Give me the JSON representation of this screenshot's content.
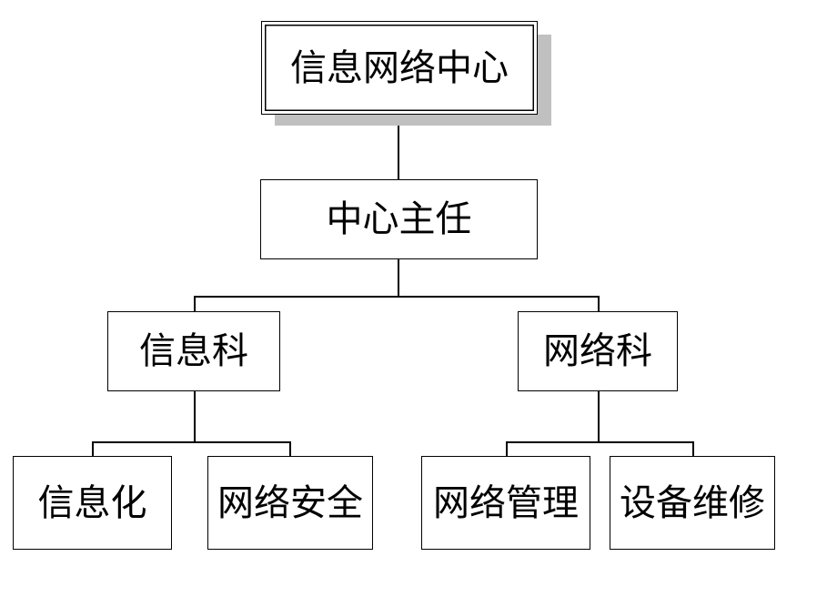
{
  "org_chart": {
    "root": {
      "label": "信息网络中心"
    },
    "director": {
      "label": "中心主任"
    },
    "departments": [
      {
        "label": "信息科",
        "units": [
          {
            "label": "信息化"
          },
          {
            "label": "网络安全"
          }
        ]
      },
      {
        "label": "网络科",
        "units": [
          {
            "label": "网络管理"
          },
          {
            "label": "设备维修"
          }
        ]
      }
    ]
  },
  "colors": {
    "line": "#000000",
    "box_border": "#000000",
    "shadow": "#c0c0c0",
    "background": "#ffffff"
  }
}
